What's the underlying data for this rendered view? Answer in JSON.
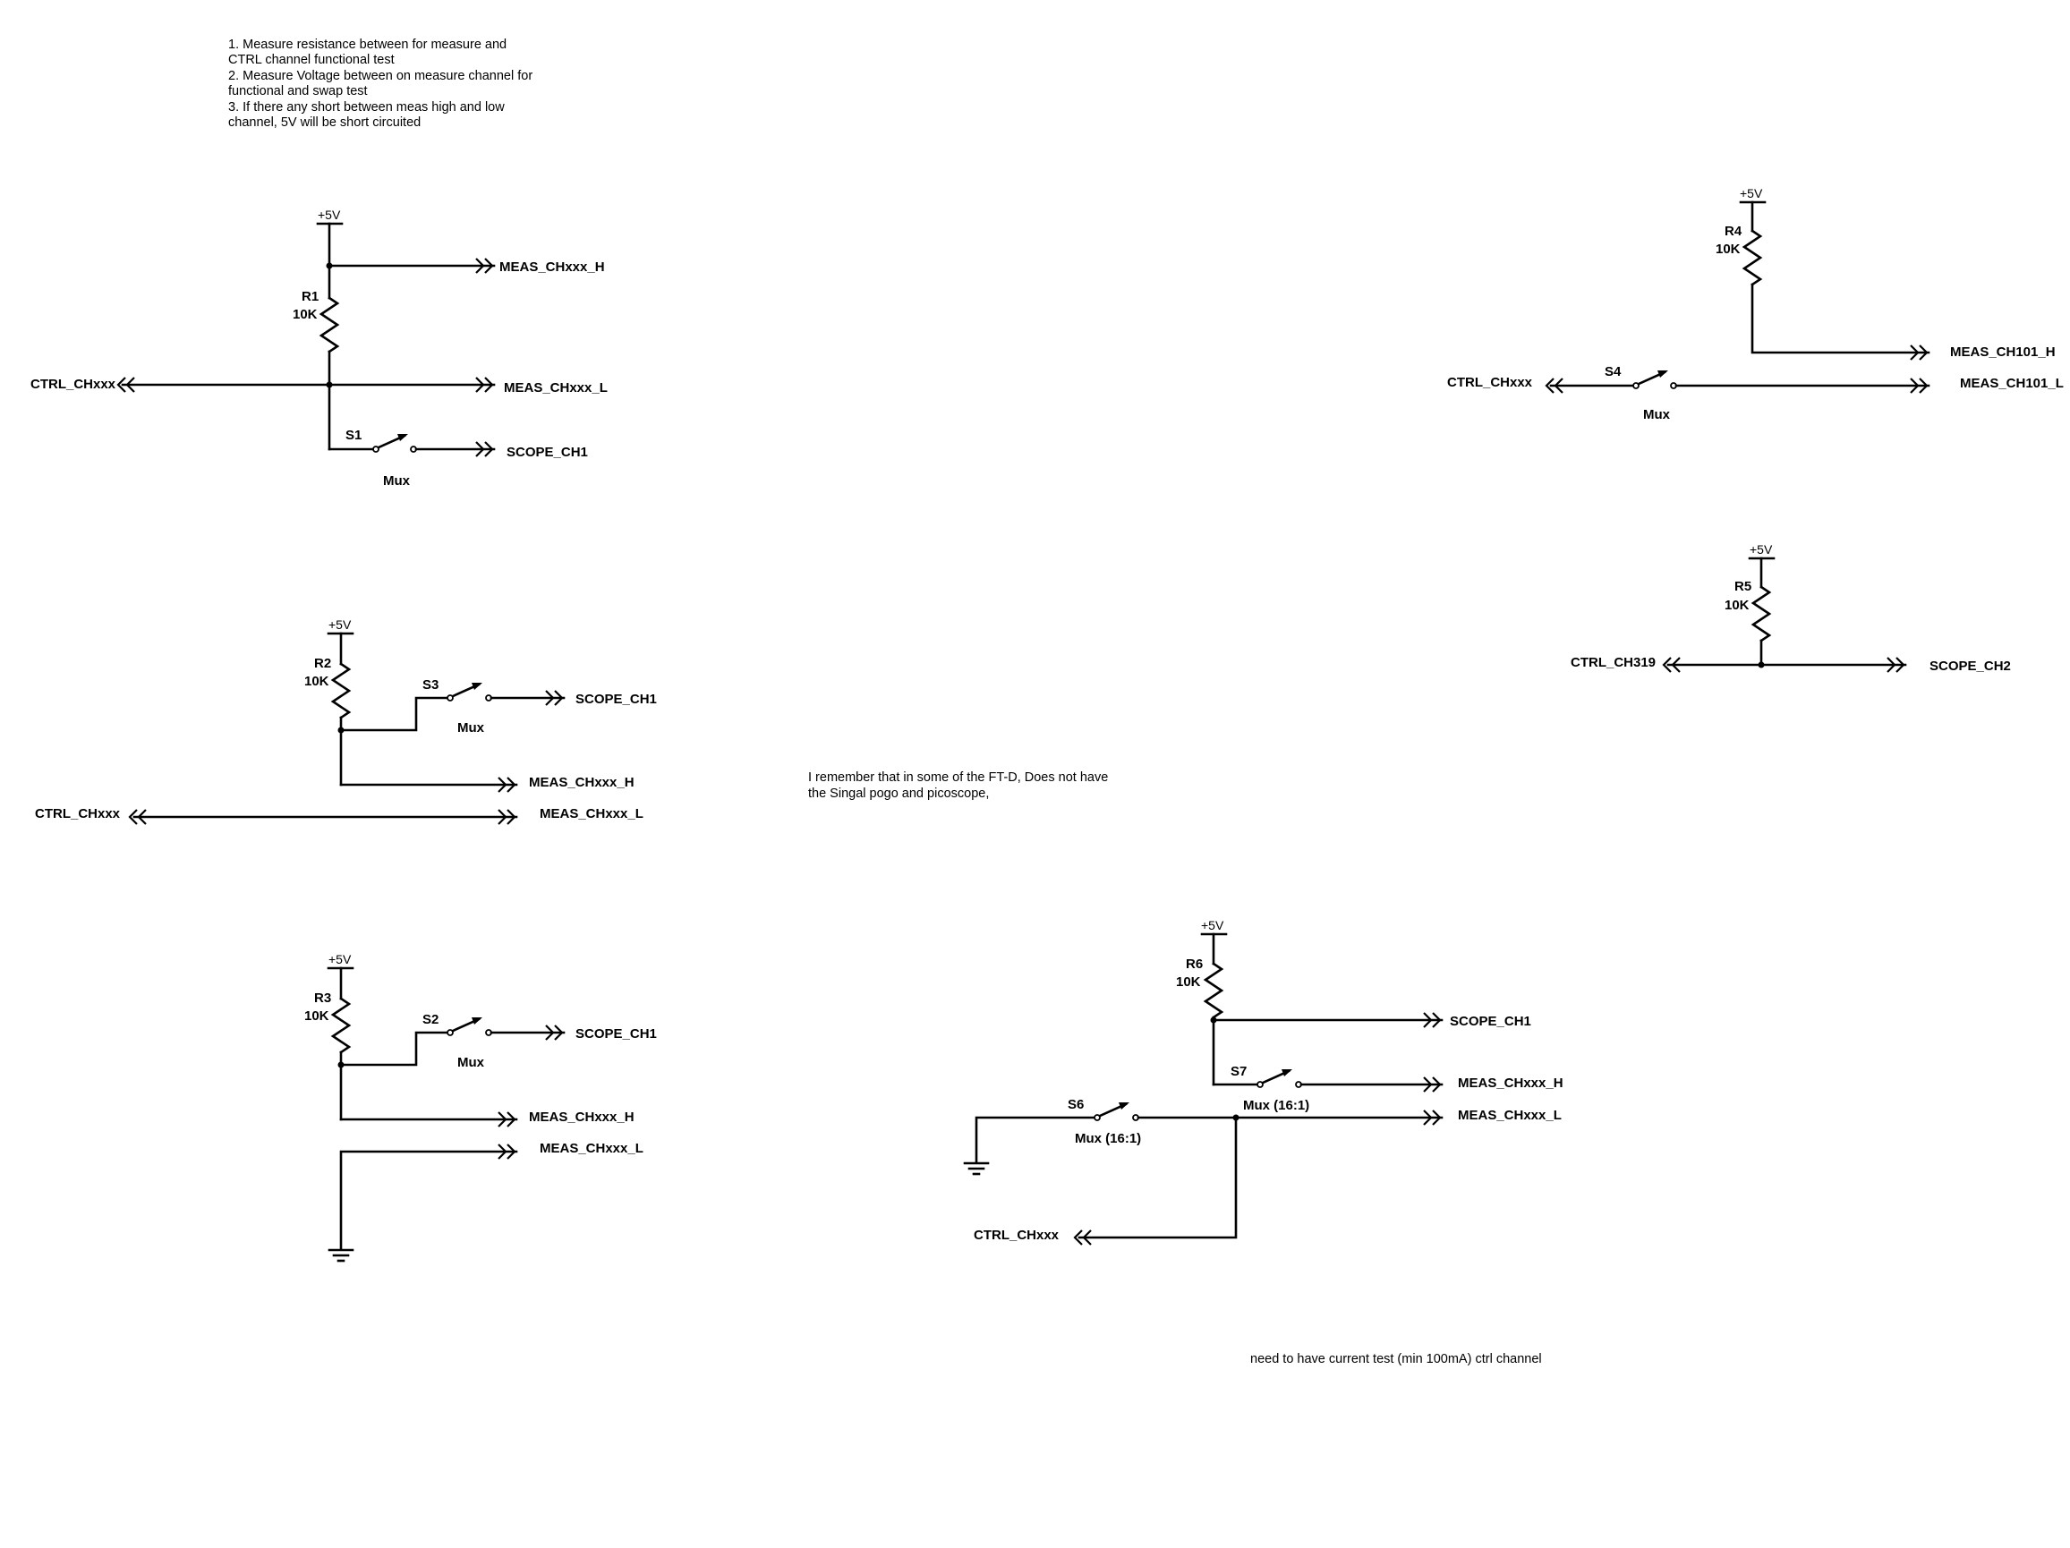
{
  "notes": {
    "top_lines": [
      "1. Measure resistance between for measure and",
      "CTRL channel functional test",
      "2. Measure Voltage between on measure channel for",
      "functional and swap test",
      "3. If there any short between meas high and low",
      "channel, 5V will be short circuited"
    ],
    "middle_lines": [
      "I remember that in some of the FT-D, Does not have",
      "the Singal pogo and picoscope,"
    ],
    "bottom_line": "need to have current test (min 100mA) ctrl channel"
  },
  "circuit1": {
    "power": "+5V",
    "resistor_ref": "R1",
    "resistor_value": "10K",
    "net_meas_h": "MEAS_CHxxx_H",
    "net_meas_l": "MEAS_CHxxx_L",
    "net_ctrl": "CTRL_CHxxx",
    "switch_ref": "S1",
    "switch_label": "Mux",
    "net_scope": "SCOPE_CH1"
  },
  "circuit2": {
    "power": "+5V",
    "resistor_ref": "R2",
    "resistor_value": "10K",
    "switch_ref": "S3",
    "switch_label": "Mux",
    "net_scope": "SCOPE_CH1",
    "net_meas_h": "MEAS_CHxxx_H",
    "net_ctrl": "CTRL_CHxxx",
    "net_meas_l": "MEAS_CHxxx_L"
  },
  "circuit3": {
    "power": "+5V",
    "resistor_ref": "R3",
    "resistor_value": "10K",
    "switch_ref": "S2",
    "switch_label": "Mux",
    "net_scope": "SCOPE_CH1",
    "net_meas_h": "MEAS_CHxxx_H",
    "net_meas_l": "MEAS_CHxxx_L"
  },
  "circuit4": {
    "power": "+5V",
    "resistor_ref": "R4",
    "resistor_value": "10K",
    "net_meas_h": "MEAS_CH101_H",
    "net_ctrl": "CTRL_CHxxx",
    "switch_ref": "S4",
    "switch_label": "Mux",
    "net_meas_l": "MEAS_CH101_L"
  },
  "circuit5": {
    "power": "+5V",
    "resistor_ref": "R5",
    "resistor_value": "10K",
    "net_ctrl": "CTRL_CH319",
    "net_scope": "SCOPE_CH2"
  },
  "circuit6": {
    "power": "+5V",
    "resistor_ref": "R6",
    "resistor_value": "10K",
    "net_scope": "SCOPE_CH1",
    "switch_s7_ref": "S7",
    "switch_s7_label": "Mux (16:1)",
    "net_meas_h": "MEAS_CHxxx_H",
    "switch_s6_ref": "S6",
    "switch_s6_label": "Mux (16:1)",
    "net_meas_l": "MEAS_CHxxx_L",
    "net_ctrl": "CTRL_CHxxx"
  }
}
